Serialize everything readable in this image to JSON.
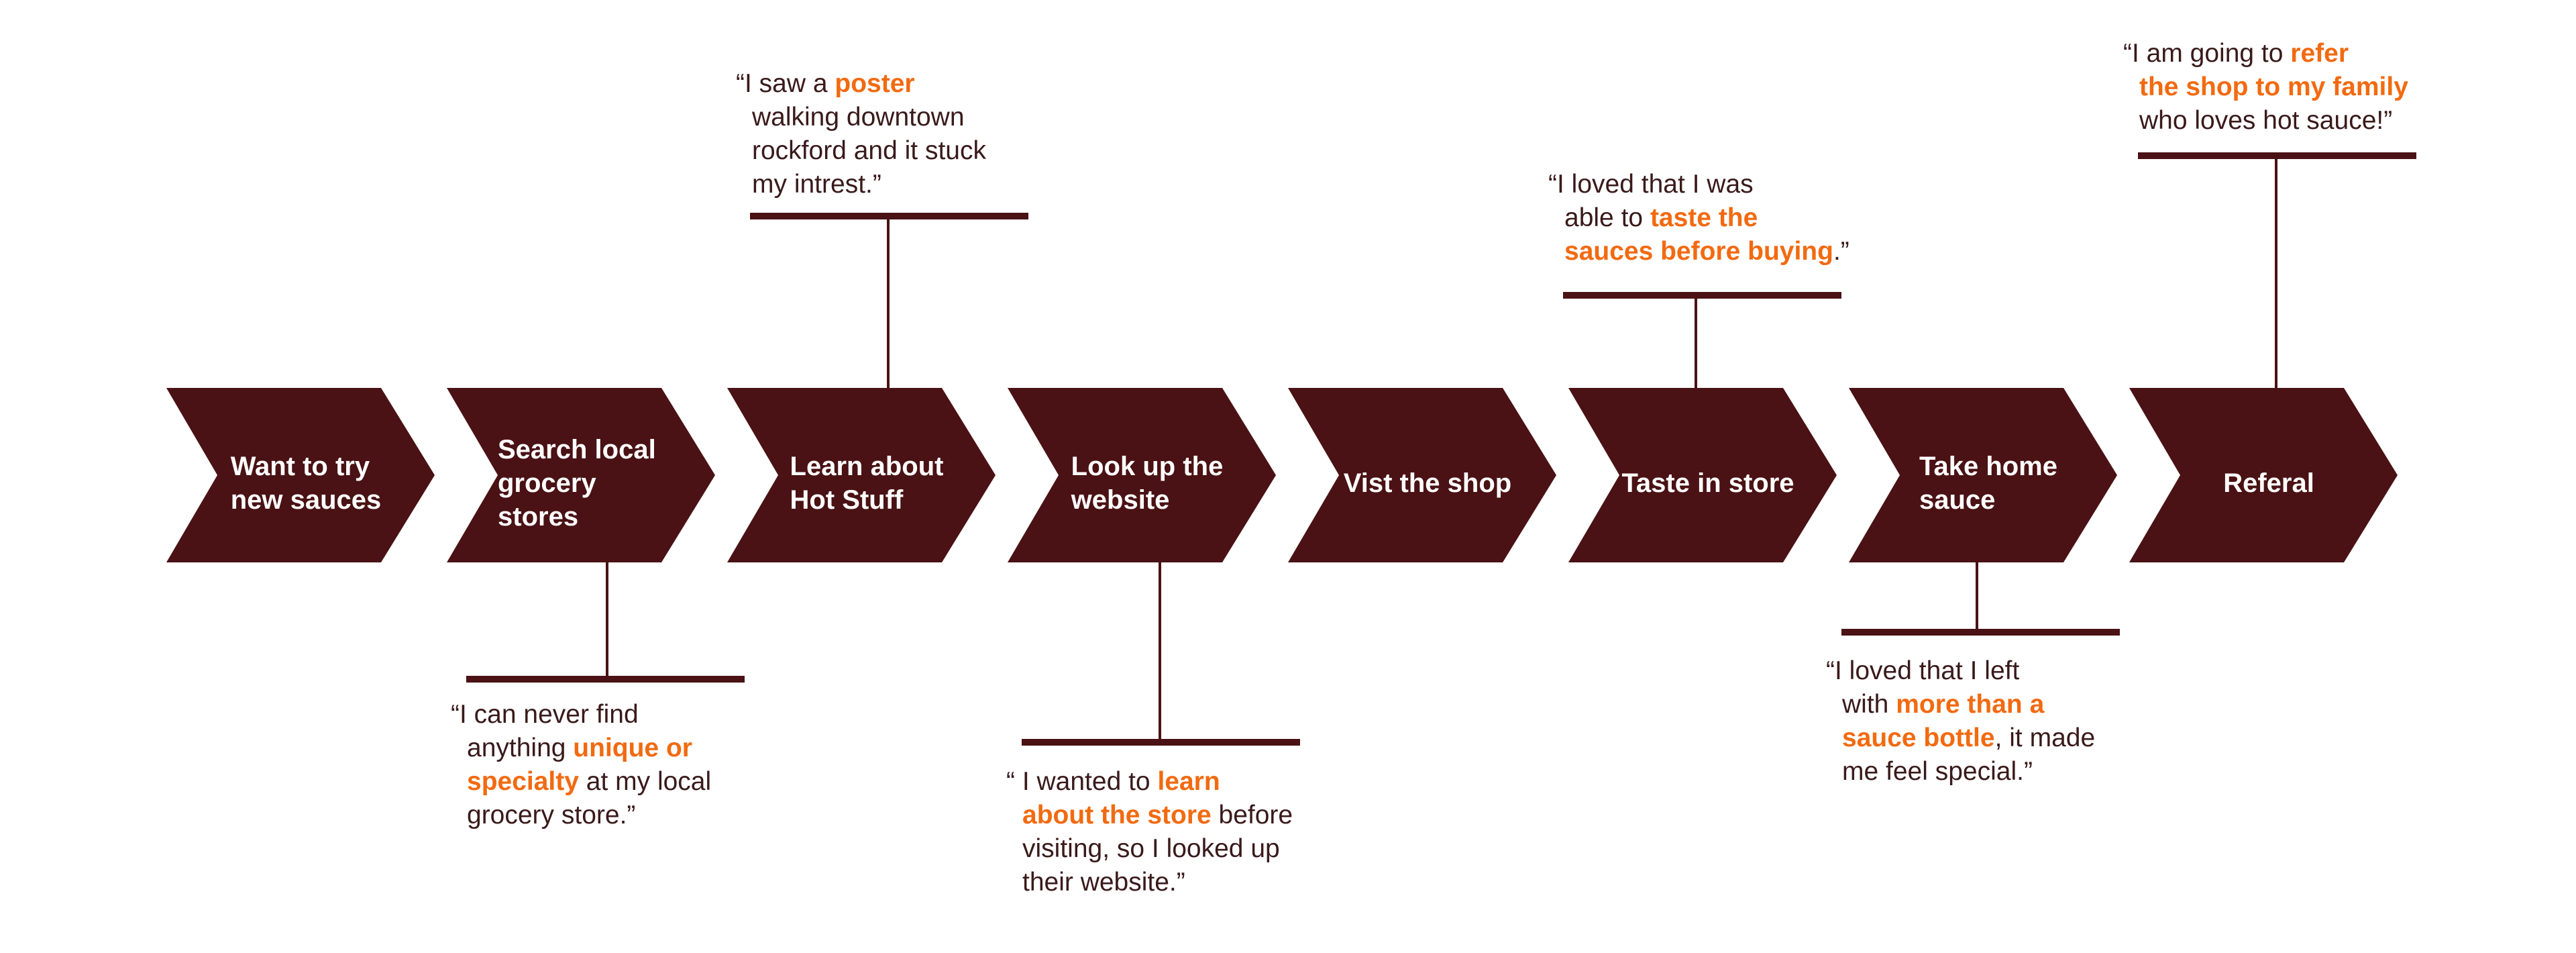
{
  "colors": {
    "stage": "#4a1214",
    "highlight": "#f26a10",
    "text": "#3a1a1a"
  },
  "stages": [
    {
      "lines": [
        "Want to try",
        "new sauces"
      ]
    },
    {
      "lines": [
        "Search local",
        "grocery stores"
      ]
    },
    {
      "lines": [
        "Learn about",
        "Hot Stuff"
      ]
    },
    {
      "lines": [
        "Look up the",
        "website"
      ]
    },
    {
      "lines": [
        "Vist the shop"
      ]
    },
    {
      "lines": [
        "Taste in store"
      ]
    },
    {
      "lines": [
        "Take home",
        "sauce"
      ]
    },
    {
      "lines": [
        "Referal"
      ]
    }
  ],
  "quotes": [
    {
      "stage": 1,
      "position": "below",
      "lines": [
        [
          {
            "t": "“I can never find"
          }
        ],
        [
          {
            "t": "anything "
          },
          {
            "t": "unique or",
            "hl": true
          }
        ],
        [
          {
            "t": "specialty",
            "hl": true
          },
          {
            "t": " at my local"
          }
        ],
        [
          {
            "t": "grocery store.”"
          }
        ]
      ]
    },
    {
      "stage": 2,
      "position": "above",
      "lines": [
        [
          {
            "t": "“I saw a "
          },
          {
            "t": "poster",
            "hl": true
          }
        ],
        [
          {
            "t": "walking downtown"
          }
        ],
        [
          {
            "t": "rockford and it stuck"
          }
        ],
        [
          {
            "t": "my intrest.”"
          }
        ]
      ]
    },
    {
      "stage": 3,
      "position": "below",
      "lines": [
        [
          {
            "t": "“ I wanted to "
          },
          {
            "t": "learn",
            "hl": true
          }
        ],
        [
          {
            "t": "about the store",
            "hl": true
          },
          {
            "t": " before"
          }
        ],
        [
          {
            "t": "visiting, so I looked up"
          }
        ],
        [
          {
            "t": "their website.”"
          }
        ]
      ]
    },
    {
      "stage": 5,
      "position": "above",
      "lines": [
        [
          {
            "t": "“I loved that I was"
          }
        ],
        [
          {
            "t": "able to "
          },
          {
            "t": "taste the",
            "hl": true
          }
        ],
        [
          {
            "t": "sauces before buying",
            "hl": true
          },
          {
            "t": ".”"
          }
        ]
      ]
    },
    {
      "stage": 6,
      "position": "below",
      "lines": [
        [
          {
            "t": "“I loved that I left"
          }
        ],
        [
          {
            "t": "with "
          },
          {
            "t": "more than a",
            "hl": true
          }
        ],
        [
          {
            "t": "sauce bottle",
            "hl": true
          },
          {
            "t": ", it made"
          }
        ],
        [
          {
            "t": "me feel special.”"
          }
        ]
      ]
    },
    {
      "stage": 7,
      "position": "above",
      "lines": [
        [
          {
            "t": "“I am going to "
          },
          {
            "t": "refer",
            "hl": true
          }
        ],
        [
          {
            "t": "the shop to my family",
            "hl": true
          }
        ],
        [
          {
            "t": "who loves hot sauce!”"
          }
        ]
      ]
    }
  ]
}
